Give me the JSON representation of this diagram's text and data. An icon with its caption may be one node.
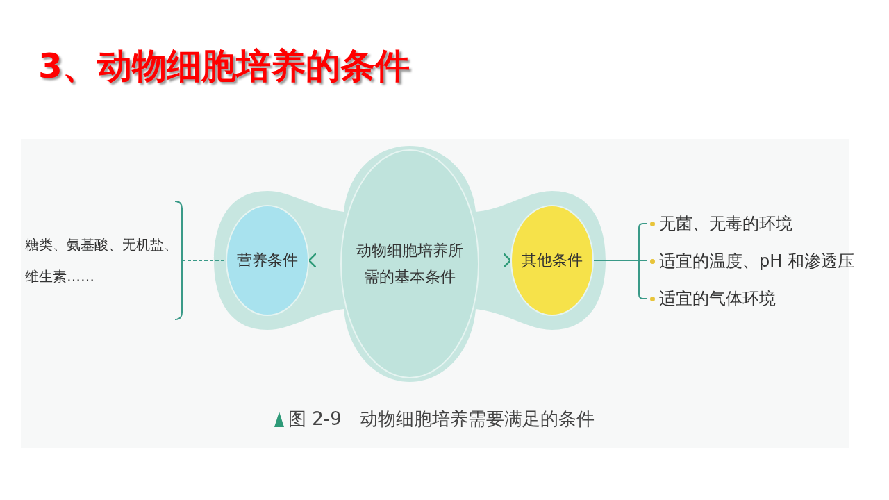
{
  "diagram": {
    "title": "3、动物细胞培养的条件",
    "caption": "图 2-9　动物细胞培养需要满足的条件",
    "nodes": [
      {
        "text": [
          "糖类、氨基酸、无机盐、维生素……"
        ]
      },
      {
        "text": [
          "营养条件"
        ]
      },
      {
        "text": [
          "动物细胞培养所需的基本条件"
        ]
      },
      {
        "text": [
          "其他条件"
        ]
      },
      {
        "text": [
          "无菌、无毒的环境"
        ]
      },
      {
        "text": [
          "适宜的温度、pH 和渗透压"
        ]
      },
      {
        "text": [
          "适宜的气体环境"
        ]
      }
    ],
    "edges": [
      {
        "from": 0,
        "to": 1,
        "arrow": "none",
        "style": "dashed"
      },
      {
        "from": 2,
        "to": 1,
        "arrow": "to",
        "color": "#c7e6e0"
      },
      {
        "from": 2,
        "to": 3,
        "arrow": "to",
        "color": "#c7e6e0"
      },
      {
        "from": 3,
        "to": 4,
        "arrow": "none"
      },
      {
        "from": 3,
        "to": 5,
        "arrow": "none"
      },
      {
        "from": 3,
        "to": 6,
        "arrow": "none"
      }
    ]
  }
}
